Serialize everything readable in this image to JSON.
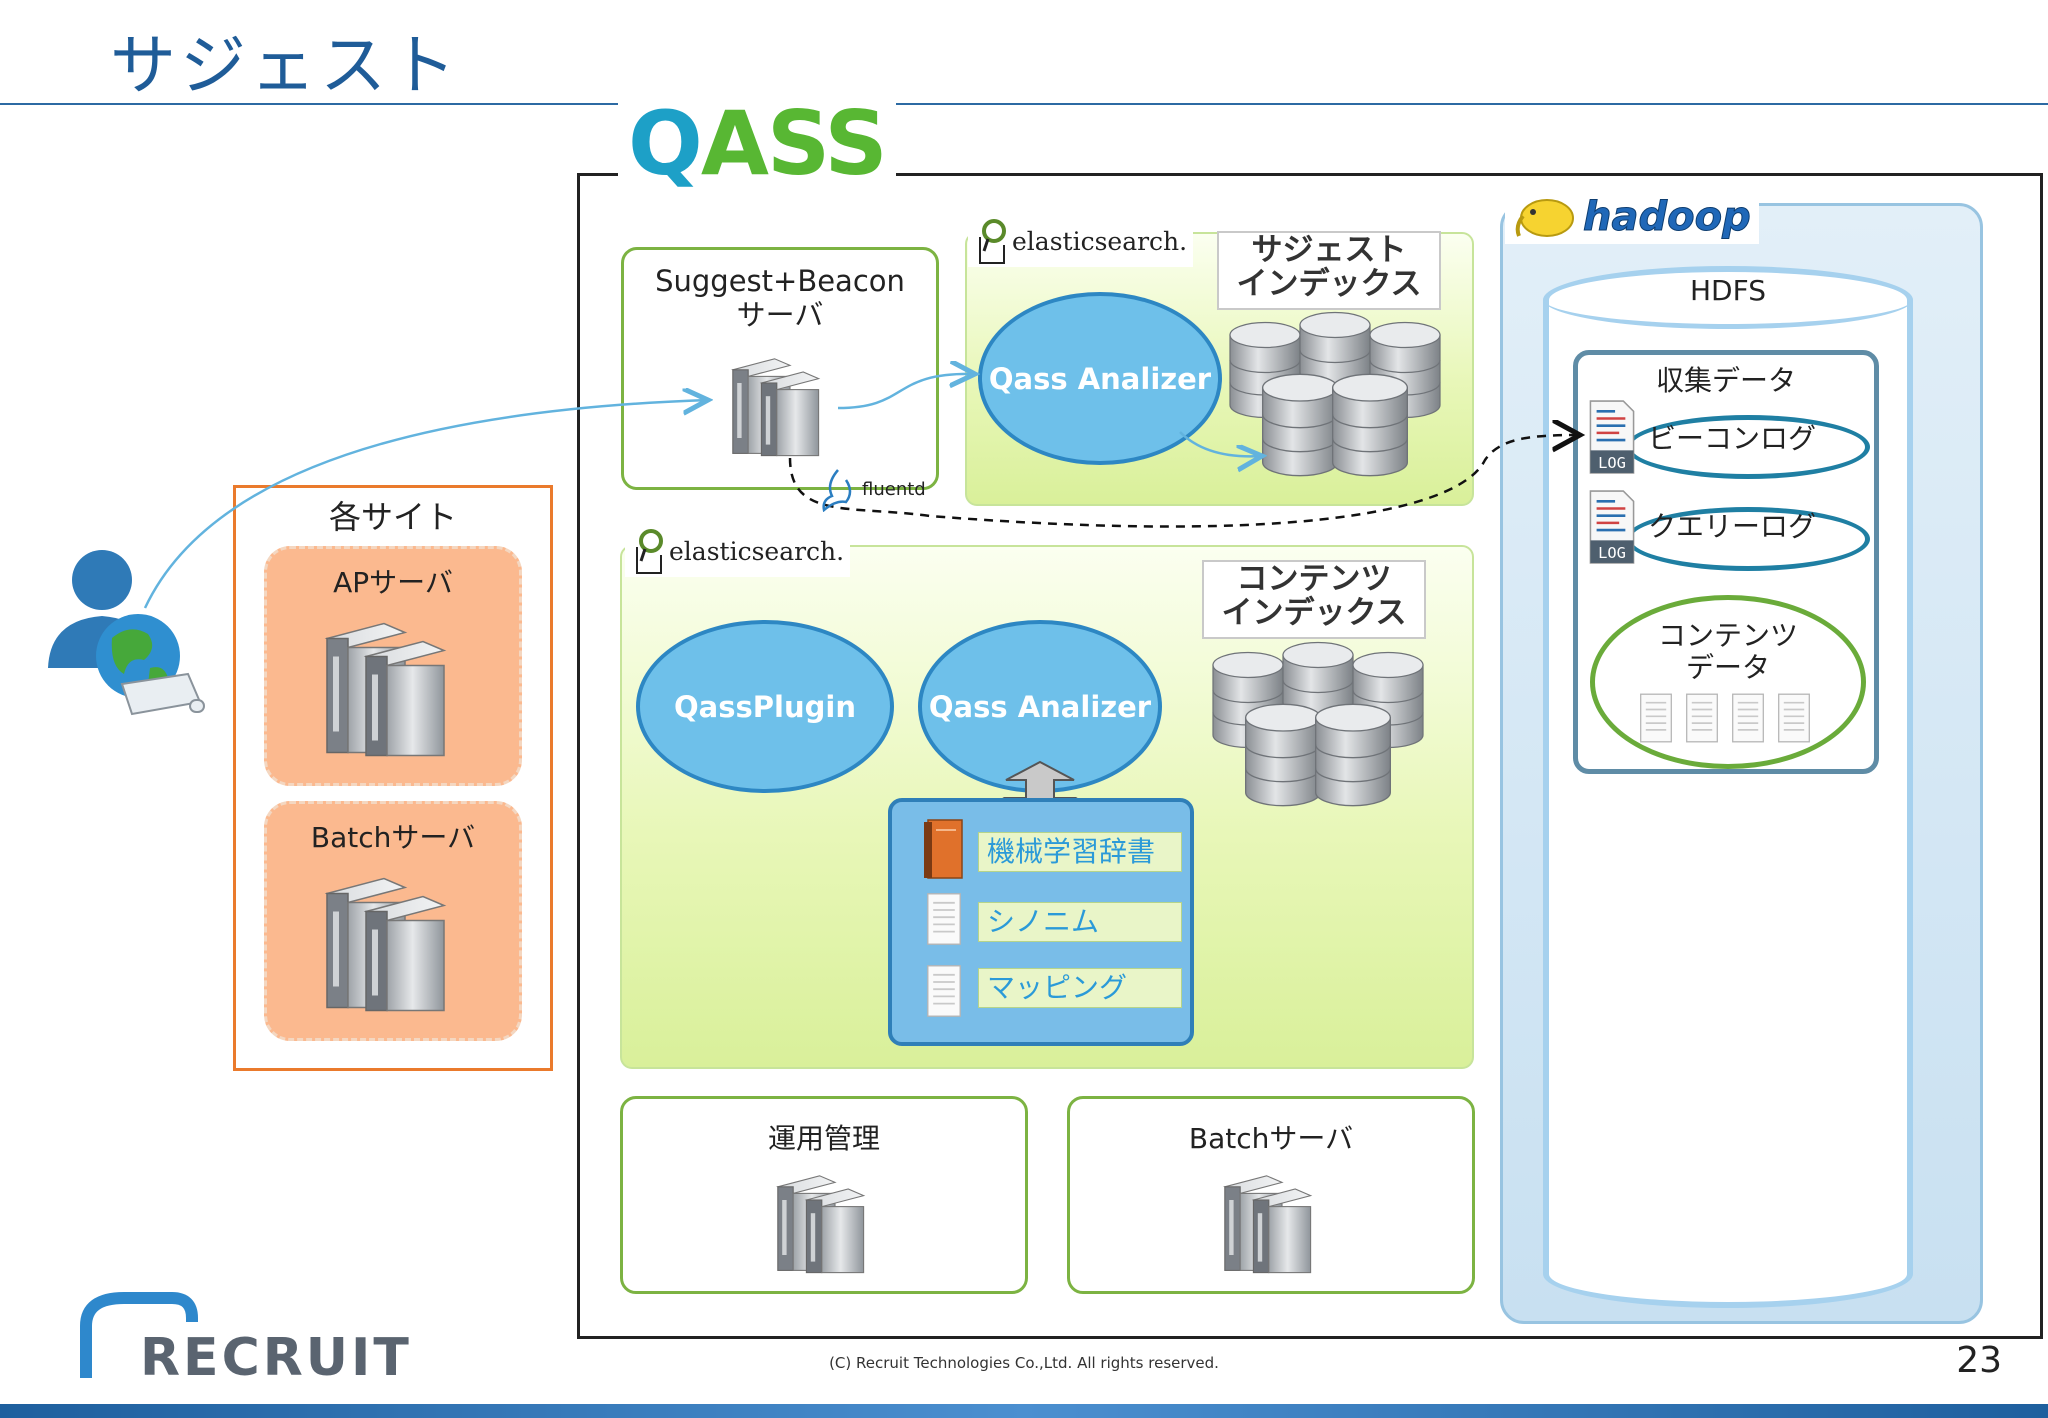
{
  "slide": {
    "title": "サジェスト",
    "copyright": "(C) Recruit Technologies Co.,Ltd. All rights reserved.",
    "page_number": "23",
    "brand_logo": "RECRUIT"
  },
  "qass": {
    "logo_q": "Q",
    "logo_ass": "ASS",
    "suggest_server_label_1": "Suggest+Beacon",
    "suggest_server_label_2": "サーバ",
    "fluentd_label": "fluentd",
    "es_logo": "elasticsearch.",
    "suggest_index_1": "サジェスト",
    "suggest_index_2": "インデックス",
    "analyzer_top": "Qass Analizer",
    "content_index_1": "コンテンツ",
    "content_index_2": "インデックス",
    "plugin": "QassPlugin",
    "analyzer_bottom": "Qass Analizer",
    "dictionaries": [
      "機械学習辞書",
      "シノニム",
      "マッピング"
    ],
    "ops_label": "運用管理",
    "batch_label": "Batchサーバ"
  },
  "sites": {
    "label": "各サイト",
    "ap_server": "APサーバ",
    "batch_server": "Batchサーバ"
  },
  "hadoop": {
    "logo": "hadoop",
    "hdfs": "HDFS",
    "collected": "収集データ",
    "beacon_log": "ビーコンログ",
    "query_log": "クエリーログ",
    "log_icon": "LOG",
    "content_data_1": "コンテンツ",
    "content_data_2": "データ"
  },
  "colors": {
    "title_blue": "#1f5c98",
    "qass_teal": "#1da0c7",
    "qass_green": "#58b733",
    "ellipse_blue": "#6ec0ea",
    "site_orange": "#ea7a2c"
  }
}
